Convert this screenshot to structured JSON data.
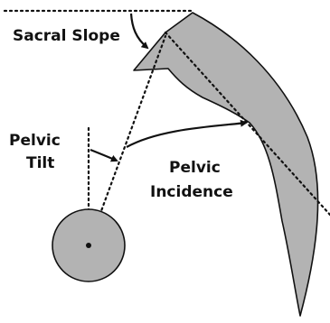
{
  "labels": {
    "sacral_slope": "Sacral Slope",
    "pelvic_tilt_line1": "Pelvic",
    "pelvic_tilt_line2": "Tilt",
    "pelvic_incidence_line1": "Pelvic",
    "pelvic_incidence_line2": "Incidence"
  },
  "colors": {
    "bone_fill": "#b3b3b3",
    "stroke": "#111111",
    "background": "#ffffff"
  }
}
